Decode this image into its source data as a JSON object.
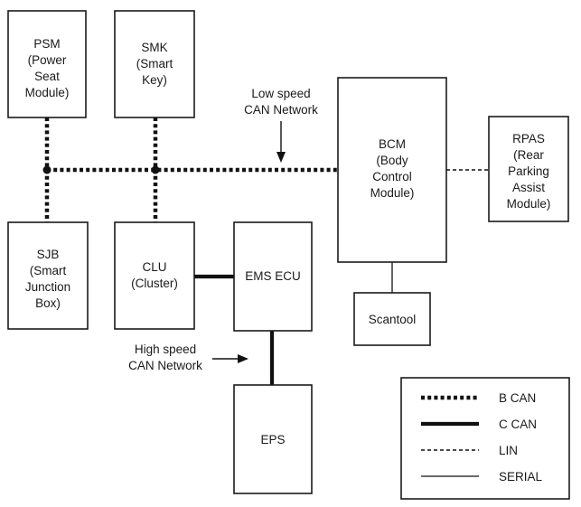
{
  "modules": {
    "psm": [
      "PSM",
      "(Power",
      "Seat",
      "Module)"
    ],
    "smk": [
      "SMK",
      "(Smart",
      "Key)"
    ],
    "bcm": [
      "BCM",
      "(Body",
      "Control",
      "Module)"
    ],
    "rpas": [
      "RPAS",
      "(Rear",
      "Parking",
      "Assist",
      "Module)"
    ],
    "sjb": [
      "SJB",
      "(Smart",
      "Junction",
      "Box)"
    ],
    "clu": [
      "CLU",
      "(Cluster)"
    ],
    "ems": [
      "EMS ECU"
    ],
    "scantool": [
      "Scantool"
    ],
    "eps": [
      "EPS"
    ]
  },
  "annotations": {
    "low_speed": [
      "Low speed",
      "CAN Network"
    ],
    "high_speed": [
      "High speed",
      "CAN Network"
    ]
  },
  "legend": [
    {
      "label": "B CAN",
      "style": "bcan"
    },
    {
      "label": "C CAN",
      "style": "ccan"
    },
    {
      "label": "LIN",
      "style": "lin"
    },
    {
      "label": "SERIAL",
      "style": "serial"
    }
  ]
}
